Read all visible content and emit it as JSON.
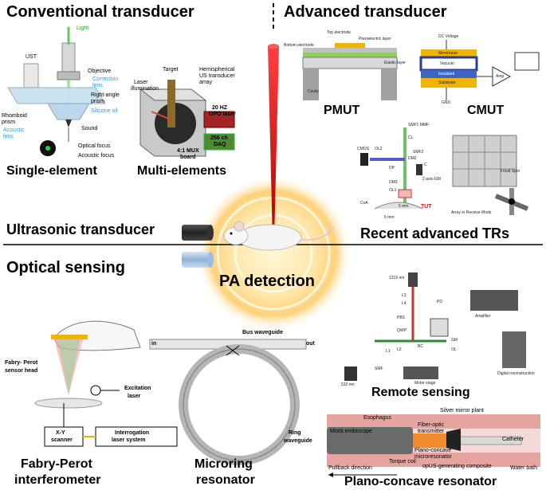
{
  "sections": {
    "conventional": "Conventional transducer",
    "advanced": "Advanced transducer",
    "ultrasonic": "Ultrasonic transducer",
    "recent": "Recent advanced TRs",
    "optical": "Optical sensing",
    "center": "PA detection"
  },
  "panels": {
    "single": "Single-element",
    "multi": "Multi-elements",
    "pmut": "PMUT",
    "cmut": "CMUT",
    "remote": "Remote sensing",
    "fabry1": "Fabry-Perot",
    "fabry2": "interferometer",
    "micro1": "Microring",
    "micro2": "resonator",
    "plano": "Plano-concave resonator"
  },
  "single_labels": {
    "light": "Light",
    "ust": "UST",
    "objective": "Objective",
    "correction1": "Correction",
    "correction2": "lens",
    "right1": "Right-angle",
    "right2": "prism",
    "silicone": "Silicone oil",
    "rhomboid1": "Rhomboid",
    "rhomboid2": "prism",
    "acoustic1": "Acoustic",
    "acoustic2": "lens",
    "sound": "Sound",
    "optical_focus": "Optical focus",
    "acoustic_focus": "Acoustic focus"
  },
  "multi_labels": {
    "target": "Target",
    "laser1": "Laser",
    "laser2": "illumination",
    "hemi1": "Hemispherical",
    "hemi2": "US transducer",
    "hemi3": "array",
    "opo1": "20 HZ",
    "opo2": "OPO laser",
    "daq1": "256 ch",
    "daq2": "DAQ",
    "mux1": "4:1 MUX",
    "mux2": "board"
  },
  "pmut_labels": {
    "top": "Top electrode",
    "piezo": "Piezoelectric layer",
    "bottom": "Bottom electrode",
    "elastic": "Elastic layer",
    "cavity": "Cavity"
  },
  "cmut_labels": {
    "dc": "DC Voltage",
    "membrane": "Membrane",
    "vacuum": "Vacuum",
    "insulator": "Insulated",
    "substrate": "Substrate",
    "amp": "Amp",
    "gnd": "GND"
  },
  "recent_labels": {
    "smf": "SMF1 MMF",
    "cl": "CL",
    "cmos": "CMOS",
    "ol2": "OL2",
    "smf2": "SMF2",
    "dm2": "DM2",
    "c": "C",
    "dp": "DP",
    "gm": "2 axis-GM",
    "dm3": "DM3",
    "ol1": "OL1",
    "tut": "TUT",
    "cl2": "CoA",
    "dim5a": "5 mm",
    "dim5b": "5 mm",
    "array": "Array in Receive Mode",
    "focal": "Focal Spot"
  },
  "fabry_labels": {
    "head1": "Fabry- Perot",
    "head2": "sensor head",
    "excite1": "Excitation",
    "excite2": "laser",
    "xy1": "X-Y",
    "xy2": "scanner",
    "interr": "Interrogation",
    "laser_sys": "laser system"
  },
  "micro_labels": {
    "bus": "Bus waveguide",
    "in": "in",
    "out": "out",
    "ring1": "Ring",
    "ring2": "waveguide"
  },
  "remote_labels": {
    "nm1316": "1316 nm",
    "l3": "L3",
    "l4": "L4",
    "pd": "PD",
    "pbs": "PBS",
    "qwp": "QWP",
    "bc": "BC",
    "gm": "GM",
    "ol": "OL",
    "l1": "L1",
    "l2": "L2",
    "smf": "SMF",
    "amplifier": "Amplifier",
    "digital": "Digital reconstruction",
    "motor": "Motor stage",
    "nm532": "532 nm"
  },
  "plano_labels": {
    "silver": "Silver mirror plant",
    "esophagus": "Esophagus",
    "mock": "Mock endoscope",
    "fiber1": "Fiber-optic",
    "fiber2": "transmitter",
    "catheter": "Catheter",
    "plano1": "Plano-concave",
    "plano2": "microresonator",
    "torque": "Torque coil",
    "pullback": "Pullback direction",
    "opus": "opUS-generating composite",
    "water": "Water bath"
  },
  "colors": {
    "glow": "#ffd27a",
    "laser": "#e01818",
    "accent_blue": "#2aa0e6",
    "ring": "#9a9a9a",
    "catheter": "#e8a0a0"
  }
}
